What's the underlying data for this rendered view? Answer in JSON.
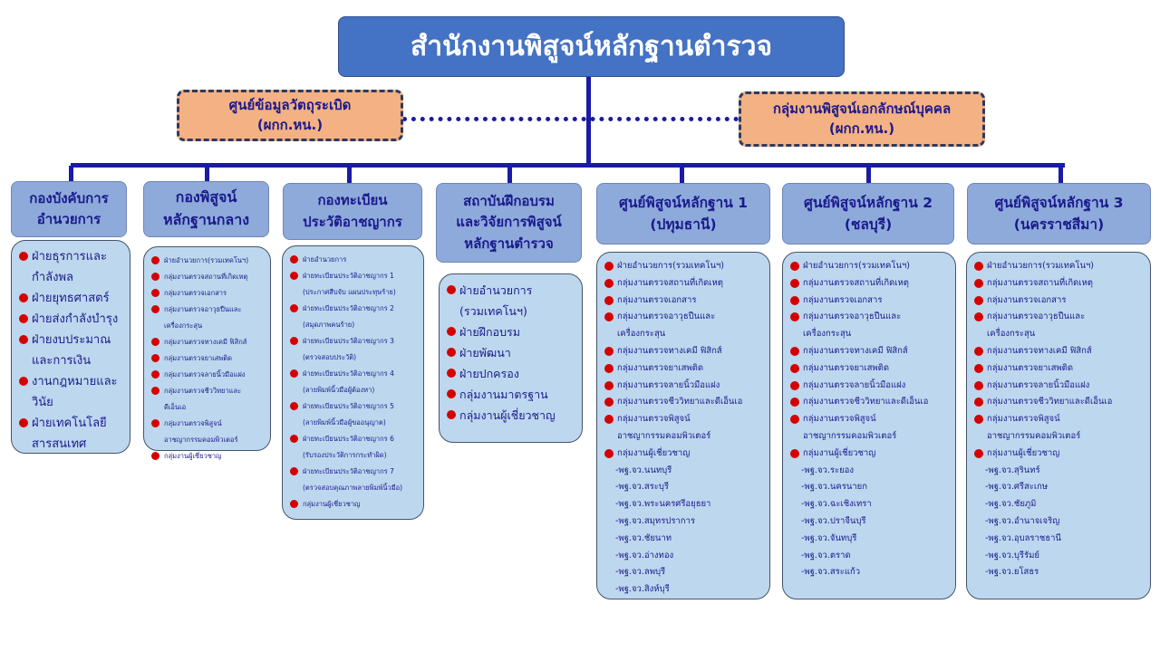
{
  "title": "สำนักงานพิสูจน์หลักฐานตำรวจ",
  "side_units": [
    {
      "label": "ศูนย์ข้อมูลวัตถุระเบิด\n(ผกก.หน.)"
    },
    {
      "label": "กลุ่มงานพิสูจน์เอกลักษณ์บุคคล\n(ผกก.หน.)"
    }
  ],
  "divisions": [
    {
      "name": "กองบังคับการ\nอำนวยการ",
      "items": [
        {
          "t": "ฝ่ายธุรการและ\nกำลังพล",
          "k": "b"
        },
        {
          "t": "ฝ่ายยุทธศาสตร์",
          "k": "b"
        },
        {
          "t": "ฝ่ายส่งกำลังบำรุง",
          "k": "b"
        },
        {
          "t": "ฝ่ายงบประมาณ\nและการเงิน",
          "k": "b"
        },
        {
          "t": "งานกฎหมายและ\nวินัย",
          "k": "b"
        },
        {
          "t": "ฝ่ายเทคโนโลยี\nสารสนเทศ",
          "k": "b"
        }
      ]
    },
    {
      "name": "กองพิสูจน์\nหลักฐานกลาง",
      "items": [
        {
          "t": "ฝ่ายอำนวยการ(รวมเทคโนฯ)",
          "k": "b"
        },
        {
          "t": "กลุ่มงานตรวจสถานที่เกิดเหตุ",
          "k": "b"
        },
        {
          "t": "กลุ่มงานตรวจเอกสาร",
          "k": "b"
        },
        {
          "t": "กลุ่มงานตรวจอาวุธปืนและ\nเครื่องกระสุน",
          "k": "b"
        },
        {
          "t": "กลุ่มงานตรวจทางเคมี ฟิสิกส์",
          "k": "b"
        },
        {
          "t": "กลุ่มงานตรวจยาเสพติด",
          "k": "b"
        },
        {
          "t": "กลุ่มงานตรวจลายนิ้วมือแฝง",
          "k": "b"
        },
        {
          "t": "กลุ่มงานตรวจชีววิทยาและ\nดีเอ็นเอ",
          "k": "b"
        },
        {
          "t": "กลุ่มงานตรวจพิสูจน์\nอาชญากรรมคอมพิวเตอร์",
          "k": "b"
        },
        {
          "t": "กลุ่มงานผู้เชี่ยวชาญ",
          "k": "b"
        }
      ]
    },
    {
      "name": "กองทะเบียน\nประวัติอาชญากร",
      "items": [
        {
          "t": "ฝ่ายอำนวยการ",
          "k": "b"
        },
        {
          "t": "ฝ่ายทะเบียนประวัติอาชญากร 1\n(ประกาศสืบจับ แผนประทุษร้าย)",
          "k": "b"
        },
        {
          "t": "ฝ่ายทะเบียนประวัติอาชญากร 2\n(สมุดภาพคนร้าย)",
          "k": "b"
        },
        {
          "t": "ฝ่ายทะเบียนประวัติอาชญากร 3\n(ตรวจสอบประวัติ)",
          "k": "b"
        },
        {
          "t": "ฝ่ายทะเบียนประวัติอาชญากร 4\n(ลายพิมพ์นิ้วมือผู้ต้องหา)",
          "k": "b"
        },
        {
          "t": "ฝ่ายทะเบียนประวัติอาชญากร 5\n(ลายพิมพ์นิ้วมือผู้ขออนุญาต)",
          "k": "b"
        },
        {
          "t": "ฝ่ายทะเบียนประวัติอาชญากร 6\n(รับรองประวัติการกระทำผิด)",
          "k": "b"
        },
        {
          "t": "ฝ่ายทะเบียนประวัติอาชญากร 7\n(ตรวจสอบคุณภาพลายพิมพ์นิ้วมือ)",
          "k": "b"
        },
        {
          "t": "กลุ่มงานผู้เชี่ยวชาญ",
          "k": "b"
        }
      ]
    },
    {
      "name": "สถาบันฝึกอบรม\nและวิจัยการพิสูจน์\nหลักฐานตำรวจ",
      "items": [
        {
          "t": "ฝ่ายอำนวยการ\n(รวมเทคโนฯ)",
          "k": "b"
        },
        {
          "t": "ฝ่ายฝึกอบรม",
          "k": "b"
        },
        {
          "t": "ฝ่ายพัฒนา",
          "k": "b"
        },
        {
          "t": "ฝ่ายปกครอง",
          "k": "b"
        },
        {
          "t": "กลุ่มงานมาตรฐาน",
          "k": "b"
        },
        {
          "t": "กลุ่มงานผู้เชี่ยวชาญ",
          "k": "b"
        }
      ]
    },
    {
      "name": "ศูนย์พิสูจน์หลักฐาน 1\n(ปทุมธานี)",
      "items": [
        {
          "t": "ฝ่ายอำนวยการ(รวมเทคโนฯ)",
          "k": "b"
        },
        {
          "t": "กลุ่มงานตรวจสถานที่เกิดเหตุ",
          "k": "b"
        },
        {
          "t": "กลุ่มงานตรวจเอกสาร",
          "k": "b"
        },
        {
          "t": "กลุ่มงานตรวจอาวุธปืนและ\nเครื่องกระสุน",
          "k": "b"
        },
        {
          "t": "กลุ่มงานตรวจทางเคมี ฟิสิกส์",
          "k": "b"
        },
        {
          "t": "กลุ่มงานตรวจยาเสพติด",
          "k": "b"
        },
        {
          "t": "กลุ่มงานตรวจลายนิ้วมือแฝง",
          "k": "b"
        },
        {
          "t": "กลุ่มงานตรวจชีววิทยาและดีเอ็นเอ",
          "k": "b"
        },
        {
          "t": "กลุ่มงานตรวจพิสูจน์\nอาชญากรรมคอมพิวเตอร์",
          "k": "b"
        },
        {
          "t": "กลุ่มงานผู้เชี่ยวชาญ",
          "k": "b"
        },
        {
          "t": "-พฐ.จว.นนทบุรี",
          "k": "d"
        },
        {
          "t": "-พฐ.จว.สระบุรี",
          "k": "d"
        },
        {
          "t": "-พฐ.จว.พระนครศรีอยุธยา",
          "k": "d"
        },
        {
          "t": "-พฐ.จว.สมุทรปราการ",
          "k": "d"
        },
        {
          "t": "-พฐ.จว.ชัยนาท",
          "k": "d"
        },
        {
          "t": "-พฐ.จว.อ่างทอง",
          "k": "d"
        },
        {
          "t": "-พฐ.จว.ลพบุรี",
          "k": "d"
        },
        {
          "t": "-พฐ.จว.สิงห์บุรี",
          "k": "d"
        }
      ]
    },
    {
      "name": "ศูนย์พิสูจน์หลักฐาน 2\n(ชลบุรี)",
      "items": [
        {
          "t": "ฝ่ายอำนวยการ(รวมเทคโนฯ)",
          "k": "b"
        },
        {
          "t": "กลุ่มงานตรวจสถานที่เกิดเหตุ",
          "k": "b"
        },
        {
          "t": "กลุ่มงานตรวจเอกสาร",
          "k": "b"
        },
        {
          "t": "กลุ่มงานตรวจอาวุธปืนและ\nเครื่องกระสุน",
          "k": "b"
        },
        {
          "t": "กลุ่มงานตรวจทางเคมี ฟิสิกส์",
          "k": "b"
        },
        {
          "t": "กลุ่มงานตรวจยาเสพติด",
          "k": "b"
        },
        {
          "t": "กลุ่มงานตรวจลายนิ้วมือแฝง",
          "k": "b"
        },
        {
          "t": "กลุ่มงานตรวจชีววิทยาและดีเอ็นเอ",
          "k": "b"
        },
        {
          "t": "กลุ่มงานตรวจพิสูจน์\nอาชญากรรมคอมพิวเตอร์",
          "k": "b"
        },
        {
          "t": "กลุ่มงานผู้เชี่ยวชาญ",
          "k": "b"
        },
        {
          "t": "-พฐ.จว.ระยอง",
          "k": "d"
        },
        {
          "t": "-พฐ.จว.นครนายก",
          "k": "d"
        },
        {
          "t": "-พฐ.จว.ฉะเชิงเทรา",
          "k": "d"
        },
        {
          "t": "-พฐ.จว.ปราจีนบุรี",
          "k": "d"
        },
        {
          "t": "-พฐ.จว.จันทบุรี",
          "k": "d"
        },
        {
          "t": "-พฐ.จว.ตราด",
          "k": "d"
        },
        {
          "t": "-พฐ.จว.สระแก้ว",
          "k": "d"
        }
      ]
    },
    {
      "name": "ศูนย์พิสูจน์หลักฐาน 3\n(นครราชสีมา)",
      "items": [
        {
          "t": "ฝ่ายอำนวยการ(รวมเทคโนฯ)",
          "k": "b"
        },
        {
          "t": "กลุ่มงานตรวจสถานที่เกิดเหตุ",
          "k": "b"
        },
        {
          "t": "กลุ่มงานตรวจเอกสาร",
          "k": "b"
        },
        {
          "t": "กลุ่มงานตรวจอาวุธปืนและ\nเครื่องกระสุน",
          "k": "b"
        },
        {
          "t": "กลุ่มงานตรวจทางเคมี ฟิสิกส์",
          "k": "b"
        },
        {
          "t": "กลุ่มงานตรวจยาเสพติด",
          "k": "b"
        },
        {
          "t": "กลุ่มงานตรวจลายนิ้วมือแฝง",
          "k": "b"
        },
        {
          "t": "กลุ่มงานตรวจชีววิทยาและดีเอ็นเอ",
          "k": "b"
        },
        {
          "t": "กลุ่มงานตรวจพิสูจน์\nอาชญากรรมคอมพิวเตอร์",
          "k": "b"
        },
        {
          "t": "กลุ่มงานผู้เชี่ยวชาญ",
          "k": "b"
        },
        {
          "t": "-พฐ.จว.สุรินทร์",
          "k": "d"
        },
        {
          "t": "-พฐ.จว.ศรีสะเกษ",
          "k": "d"
        },
        {
          "t": "-พฐ.จว.ชัยภูมิ",
          "k": "d"
        },
        {
          "t": "-พฐ.จว.อำนาจเจริญ",
          "k": "d"
        },
        {
          "t": "-พฐ.จว.อุบลราชธานี",
          "k": "d"
        },
        {
          "t": "-พฐ.จว.บุรีรัมย์",
          "k": "d"
        },
        {
          "t": "-พฐ.จว.ยโสธร",
          "k": "d"
        }
      ]
    }
  ],
  "colors": {
    "title": "#4472c4",
    "side": "#f4b183",
    "header": "#8eaadb",
    "box": "#bdd7ee",
    "line": "#1a1aa6",
    "bullet": "#d40000",
    "text": "#1a1a8c"
  }
}
